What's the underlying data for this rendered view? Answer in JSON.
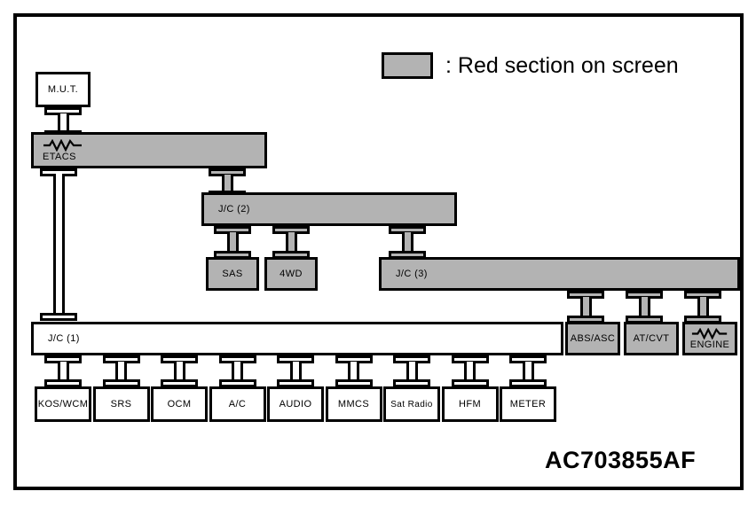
{
  "diagram": {
    "part_code": "AC703855AF",
    "legend": {
      "swatch_color": "#b3b3b3",
      "text": ": Red section on screen"
    },
    "colors": {
      "highlight_gray": "#b3b3b3",
      "line_black": "#000000",
      "background": "#ffffff"
    },
    "nodes": {
      "mut": "M.U.T.",
      "etacs": "ETACS",
      "jc2": "J/C (2)",
      "sas": "SAS",
      "fourwd": "4WD",
      "jc3": "J/C (3)",
      "abs_asc": "ABS/ASC",
      "at_cvt": "AT/CVT",
      "engine": "ENGINE",
      "jc1": "J/C (1)"
    },
    "bottom_modules": [
      {
        "label": "KOS/WCM"
      },
      {
        "label": "SRS"
      },
      {
        "label": "OCM"
      },
      {
        "label": "A/C"
      },
      {
        "label": "AUDIO"
      },
      {
        "label": "MMCS"
      },
      {
        "label": "Sat Radio"
      },
      {
        "label": "HFM"
      },
      {
        "label": "METER"
      }
    ]
  }
}
